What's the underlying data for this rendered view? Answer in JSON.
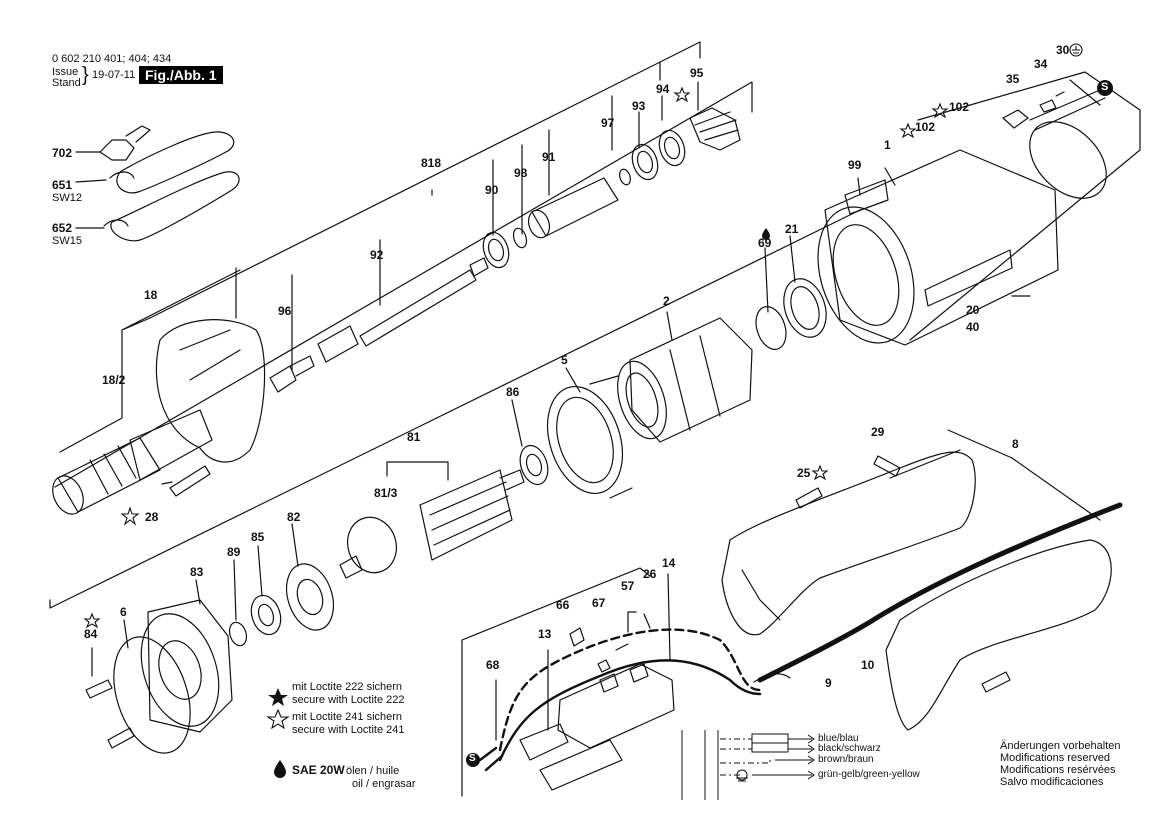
{
  "header": {
    "part_numbers": "0 602 210 401; 404; 434",
    "issue_label": "Issue",
    "stand_label": "Stand",
    "date": "19-07-11",
    "figure": "Fig./Abb. 1"
  },
  "parts": [
    {
      "id": "p30",
      "label": "30"
    },
    {
      "id": "p34",
      "label": "34"
    },
    {
      "id": "p35",
      "label": "35"
    },
    {
      "id": "p95",
      "label": "95"
    },
    {
      "id": "p94",
      "label": "94"
    },
    {
      "id": "p93",
      "label": "93"
    },
    {
      "id": "p97",
      "label": "97"
    },
    {
      "id": "p102a",
      "label": "102"
    },
    {
      "id": "p102b",
      "label": "102"
    },
    {
      "id": "p1",
      "label": "1"
    },
    {
      "id": "p99",
      "label": "99"
    },
    {
      "id": "p702",
      "label": "702"
    },
    {
      "id": "p651",
      "label": "651"
    },
    {
      "id": "p652",
      "label": "652"
    },
    {
      "id": "p818",
      "label": "818"
    },
    {
      "id": "p91",
      "label": "91"
    },
    {
      "id": "p98",
      "label": "98"
    },
    {
      "id": "p90",
      "label": "90"
    },
    {
      "id": "p92",
      "label": "92"
    },
    {
      "id": "p69",
      "label": "69"
    },
    {
      "id": "p21",
      "label": "21"
    },
    {
      "id": "p20",
      "label": "20"
    },
    {
      "id": "p40",
      "label": "40"
    },
    {
      "id": "p18",
      "label": "18"
    },
    {
      "id": "p96",
      "label": "96"
    },
    {
      "id": "p2",
      "label": "2"
    },
    {
      "id": "p18_2",
      "label": "18/2"
    },
    {
      "id": "p5",
      "label": "5"
    },
    {
      "id": "p86",
      "label": "86"
    },
    {
      "id": "p81",
      "label": "81"
    },
    {
      "id": "p81_3",
      "label": "81/3"
    },
    {
      "id": "p29",
      "label": "29"
    },
    {
      "id": "p8",
      "label": "8"
    },
    {
      "id": "p25",
      "label": "25"
    },
    {
      "id": "p28",
      "label": "28"
    },
    {
      "id": "p82",
      "label": "82"
    },
    {
      "id": "p85",
      "label": "85"
    },
    {
      "id": "p89",
      "label": "89"
    },
    {
      "id": "p83",
      "label": "83"
    },
    {
      "id": "p6",
      "label": "6"
    },
    {
      "id": "p84",
      "label": "84"
    },
    {
      "id": "p66",
      "label": "66"
    },
    {
      "id": "p67",
      "label": "67"
    },
    {
      "id": "p57",
      "label": "57"
    },
    {
      "id": "p26",
      "label": "26"
    },
    {
      "id": "p14",
      "label": "14"
    },
    {
      "id": "p13",
      "label": "13"
    },
    {
      "id": "p68",
      "label": "68"
    },
    {
      "id": "p9",
      "label": "9"
    },
    {
      "id": "p10",
      "label": "10"
    }
  ],
  "wrench_sizes": {
    "w651": "SW12",
    "w652": "SW15"
  },
  "legend": {
    "loctite222_de": "mit Loctite 222 sichern",
    "loctite222_en": "secure with Loctite 222",
    "loctite241_de": "mit Loctite 241 sichern",
    "loctite241_en": "secure with Loctite 241",
    "oil_bold": "SAE 20W",
    "oil_line1": "ölen / huile",
    "oil_line2": "oil / engrasar"
  },
  "wiring": {
    "blue": "blue/blau",
    "black": "black/schwarz",
    "brown": "brown/braun",
    "greenyellow": "grün-gelb/green-yellow"
  },
  "notes": [
    "Änderungen vorbehalten",
    "Modifications reserved",
    "Modifications resérvées",
    "Salvo modificaciones"
  ],
  "symbols": {
    "s_badge": "S"
  }
}
